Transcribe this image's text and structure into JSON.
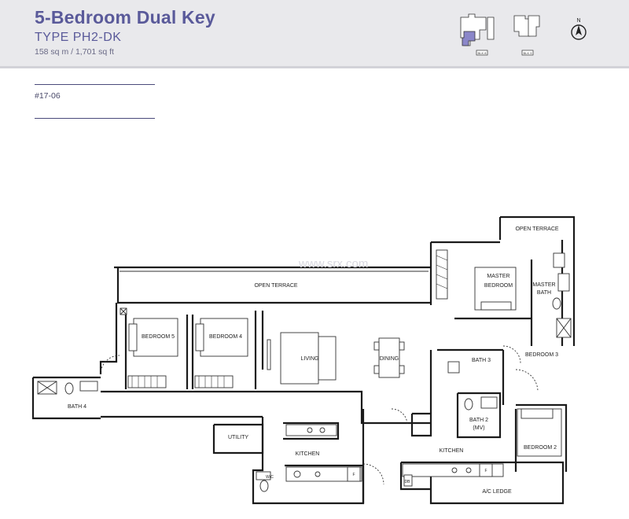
{
  "header": {
    "title": "5-Bedroom Dual Key",
    "type": "TYPE PH2-DK",
    "area": "158 sq m / 1,701 sq ft"
  },
  "keyplan": {
    "north_label": "N",
    "blocks": [
      "BLK 8",
      "BLK 9"
    ]
  },
  "unit": {
    "number": "#17-06"
  },
  "watermark": "www.srx.com",
  "rooms": {
    "open_terrace_main": "OPEN TERRACE",
    "open_terrace_top": "OPEN TERRACE",
    "master_bedroom_line1": "MASTER",
    "master_bedroom_line2": "BEDROOM",
    "master_bath_line1": "MASTER",
    "master_bath_line2": "BATH",
    "bedroom5": "BEDROOM 5",
    "bedroom4": "BEDROOM 4",
    "living": "LIVING",
    "dining": "DINING",
    "bath3": "BATH 3",
    "bedroom3": "BEDROOM 3",
    "bath4": "BATH 4",
    "bath2_line1": "BATH 2",
    "bath2_line2": "(MV)",
    "bedroom2": "BEDROOM 2",
    "utility": "UTILITY",
    "kitchen_left": "KITCHEN",
    "kitchen_right": "KITCHEN",
    "wc": "W/C",
    "ac_ledge": "A/C LEDGE",
    "db": "DB",
    "fridge_left": "F",
    "fridge_right": "F"
  }
}
